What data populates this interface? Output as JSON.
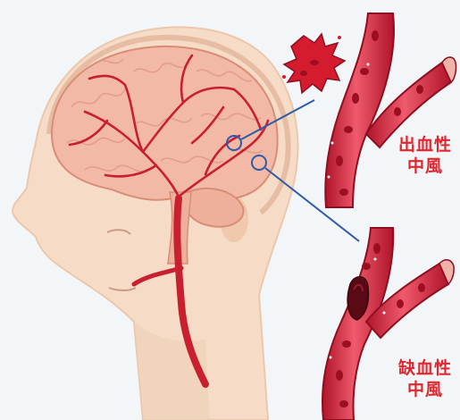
{
  "labels": {
    "hemorrhagic_line1": "出血性",
    "hemorrhagic_line2": "中風",
    "ischemic_line1": "缺血性",
    "ischemic_line2": "中風"
  },
  "colors": {
    "label": "#e0262e",
    "background": "#f3f6f9",
    "skin": "#f6dcc6",
    "brain": "#f2b9a6",
    "artery": "#c8202e",
    "connector": "#2e5aa8"
  }
}
